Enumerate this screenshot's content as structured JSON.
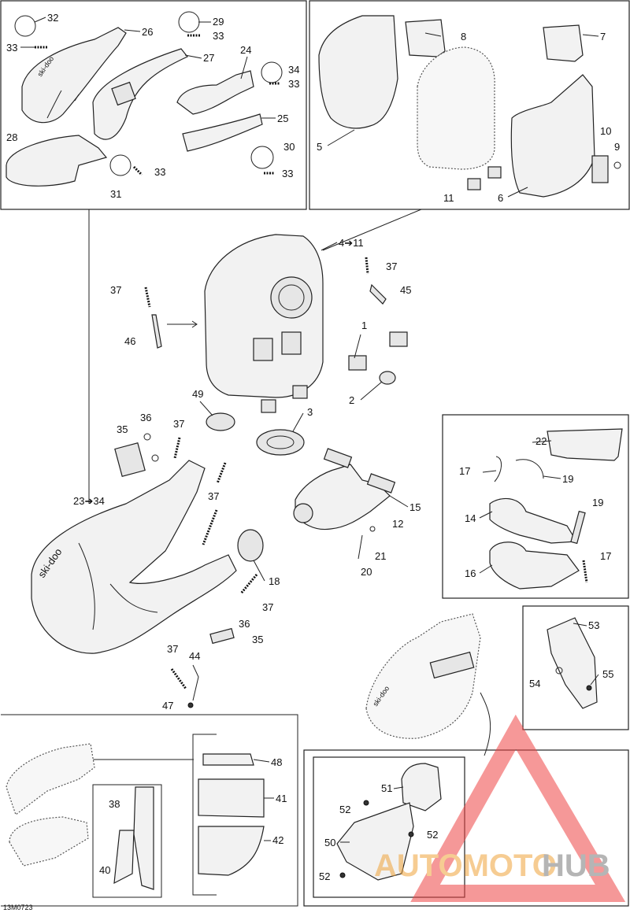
{
  "figure_code": "13M0723",
  "watermark": {
    "part1": "AUTOMOTO",
    "part2": "HUB",
    "color1": "#f0a33a",
    "color2": "#7a7a7a",
    "triangle_color": "#ee4444"
  },
  "brand_marks": [
    "ski-doo",
    "ski-doo"
  ],
  "callouts": {
    "c1": "1",
    "c2": "2",
    "c3": "3",
    "c4_11": "4➔11",
    "c5": "5",
    "c6": "6",
    "c7": "7",
    "c8": "8",
    "c9": "9",
    "c10": "10",
    "c11": "11",
    "c12": "12",
    "c14": "14",
    "c15": "15",
    "c16": "16",
    "c17a": "17",
    "c17b": "17",
    "c18": "18",
    "c19a": "19",
    "c19b": "19",
    "c20": "20",
    "c21": "21",
    "c22": "22",
    "c23_34": "23➔34",
    "c24": "24",
    "c25": "25",
    "c26": "26",
    "c27": "27",
    "c28": "28",
    "c29": "29",
    "c30": "30",
    "c31": "31",
    "c32": "32",
    "c33a": "33",
    "c33b": "33",
    "c33c": "33",
    "c33d": "33",
    "c33e": "33",
    "c34": "34",
    "c35a": "35",
    "c35b": "35",
    "c36a": "36",
    "c36b": "36",
    "c37a": "37",
    "c37b": "37",
    "c37c": "37",
    "c37d": "37",
    "c37e": "37",
    "c38": "38",
    "c40": "40",
    "c41": "41",
    "c42": "42",
    "c44": "44",
    "c45": "45",
    "c46": "46",
    "c47": "47",
    "c48": "48",
    "c49": "49",
    "c50": "50",
    "c51": "51",
    "c52a": "52",
    "c52b": "52",
    "c52c": "52",
    "c53": "53",
    "c54": "54",
    "c55": "55"
  }
}
